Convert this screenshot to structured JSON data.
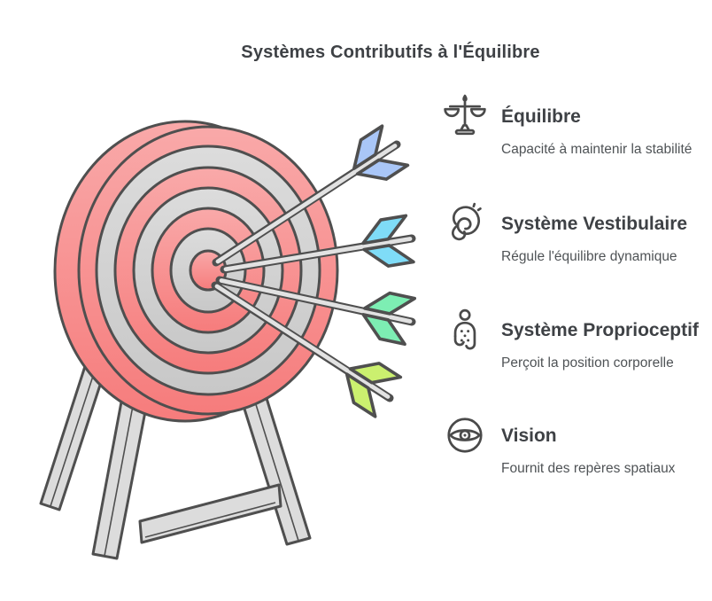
{
  "title": {
    "text": "Systèmes Contributifs à l'Équilibre"
  },
  "items": [
    {
      "icon": "balance-scale-icon",
      "heading": "Équilibre",
      "description": "Capacité à maintenir la stabilité"
    },
    {
      "icon": "cochlea-spiral-icon",
      "heading": "Système Vestibulaire",
      "description": "Régule l'équilibre dynamique"
    },
    {
      "icon": "body-proprioception-icon",
      "heading": "Système Proprioceptif",
      "description": "Perçoit la position corporelle"
    },
    {
      "icon": "eye-icon",
      "heading": "Vision",
      "description": "Fournit des repères spatiaux"
    }
  ],
  "illustration": {
    "name": "archery-target-on-wooden-stand-with-four-arrows",
    "arrow_fletching_colors": {
      "equilibre": "#a9c6f7",
      "vestibulaire": "#7fdcf7",
      "proprioceptif": "#7deeb3",
      "vision": "#cbf06f"
    },
    "target_colors": {
      "red_light": "#f9a9a9",
      "red": "#f67c7c",
      "gray_light": "#dcdcdc",
      "gray": "#c8c8c8",
      "outline": "#4f4f4f",
      "stand_wood": "#dcdcdc",
      "arrow_shaft": "#e2e2e2"
    }
  },
  "text_colors": {
    "title": "#3e4145",
    "heading": "#3e4145",
    "description": "#4f5356"
  }
}
